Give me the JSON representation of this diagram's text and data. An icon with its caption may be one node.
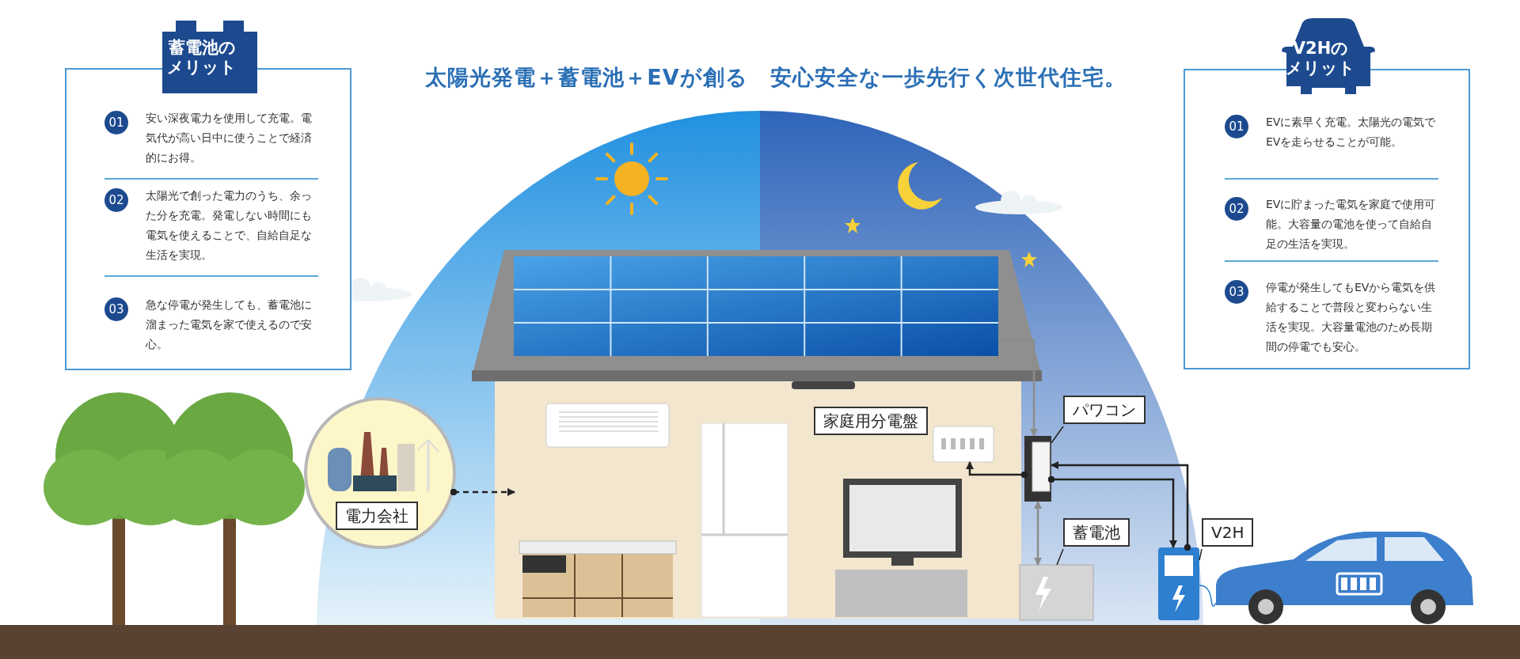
{
  "diagram": {
    "title": "太陽光発電＋蓄電池＋EVが創る　安心安全な一歩先行く次世代住宅。",
    "nodes": [
      {
        "text": [
          "蓄電池のメリット"
        ]
      },
      {
        "text": [
          "01",
          "安い深夜電力を使用して充電。電気代が高い日中に使うことで経済的にお得。"
        ],
        "in": 0
      },
      {
        "text": [
          "02",
          "太陽光で創った電力のうち、余った分を充電。発電しない時間にも電気を使えることで、自給自足な生活を実現。"
        ],
        "in": 0
      },
      {
        "text": [
          "03",
          "急な停電が発生しても、蓄電池に溜まった電気を家で使えるので安心。"
        ],
        "in": 0
      },
      {
        "text": [
          "V2Hのメリット"
        ]
      },
      {
        "text": [
          "01",
          "EVに素早く充電。太陽光の電気でEVを走らせることが可能。"
        ],
        "in": 4
      },
      {
        "text": [
          "02",
          "EVに貯まった電気を家庭で使用可能。大容量の電池を使って自給自足の生活を実現。"
        ],
        "in": 4
      },
      {
        "text": [
          "03",
          "停電が発生してもEVから電気を供給することで普段と変わらない生活を実現。大容量電池のため長期間の停電でも安心。"
        ],
        "in": 4
      },
      {
        "text": [
          "電力会社"
        ]
      },
      {
        "text": [],
        "shape": "picture"
      },
      {
        "text": [],
        "shape": "picture"
      },
      {
        "text": [
          "家庭用分電盤"
        ],
        "in": 9
      },
      {
        "text": [],
        "shape": "picture",
        "in": 9
      },
      {
        "text": [
          "パワコン"
        ]
      },
      {
        "text": [],
        "shape": "picture"
      },
      {
        "text": [
          "蓄電池"
        ]
      },
      {
        "text": [],
        "shape": "picture"
      },
      {
        "text": [
          "V2H"
        ]
      },
      {
        "text": [],
        "shape": "picture"
      },
      {
        "text": [],
        "shape": "picture"
      }
    ],
    "edges": [
      {
        "from": 8,
        "to": 9,
        "arrow": "to",
        "style": "dashed"
      },
      {
        "from": 10,
        "to": 14,
        "arrow": "to",
        "color": "#8c8c8c"
      },
      {
        "from": 14,
        "to": 16,
        "arrow": "both",
        "color": "#8c8c8c"
      },
      {
        "from": 14,
        "to": 12,
        "arrow": "to"
      },
      {
        "from": 14,
        "to": 18,
        "arrow": "to"
      },
      {
        "from": 18,
        "to": 14,
        "arrow": "to"
      },
      {
        "from": 13,
        "to": 14,
        "arrow": "none"
      },
      {
        "from": 15,
        "to": 16,
        "arrow": "none"
      },
      {
        "from": 17,
        "to": 18,
        "arrow": "none"
      },
      {
        "from": 18,
        "to": 19,
        "arrow": "none",
        "color": "#2f7fd0"
      }
    ]
  }
}
